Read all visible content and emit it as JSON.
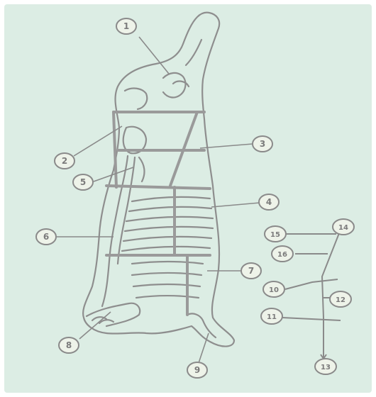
{
  "diagram": {
    "colors": {
      "background": "#ffffff",
      "panel": "#dcede4",
      "outline": "#8e8e8e",
      "cut_line": "#9a9a9a",
      "callout_fill": "#eef3e9",
      "callout_stroke": "#8a8a8a",
      "label_text": "#7b7b7b"
    },
    "callouts": [
      {
        "id": "1",
        "label": "1"
      },
      {
        "id": "2",
        "label": "2"
      },
      {
        "id": "3",
        "label": "3"
      },
      {
        "id": "4",
        "label": "4"
      },
      {
        "id": "5",
        "label": "5"
      },
      {
        "id": "6",
        "label": "6"
      },
      {
        "id": "7",
        "label": "7"
      },
      {
        "id": "8",
        "label": "8"
      },
      {
        "id": "9",
        "label": "9"
      },
      {
        "id": "10",
        "label": "10"
      },
      {
        "id": "11",
        "label": "11"
      },
      {
        "id": "12",
        "label": "12"
      },
      {
        "id": "13",
        "label": "13"
      },
      {
        "id": "14",
        "label": "14"
      },
      {
        "id": "15",
        "label": "15"
      },
      {
        "id": "16",
        "label": "16"
      }
    ]
  }
}
